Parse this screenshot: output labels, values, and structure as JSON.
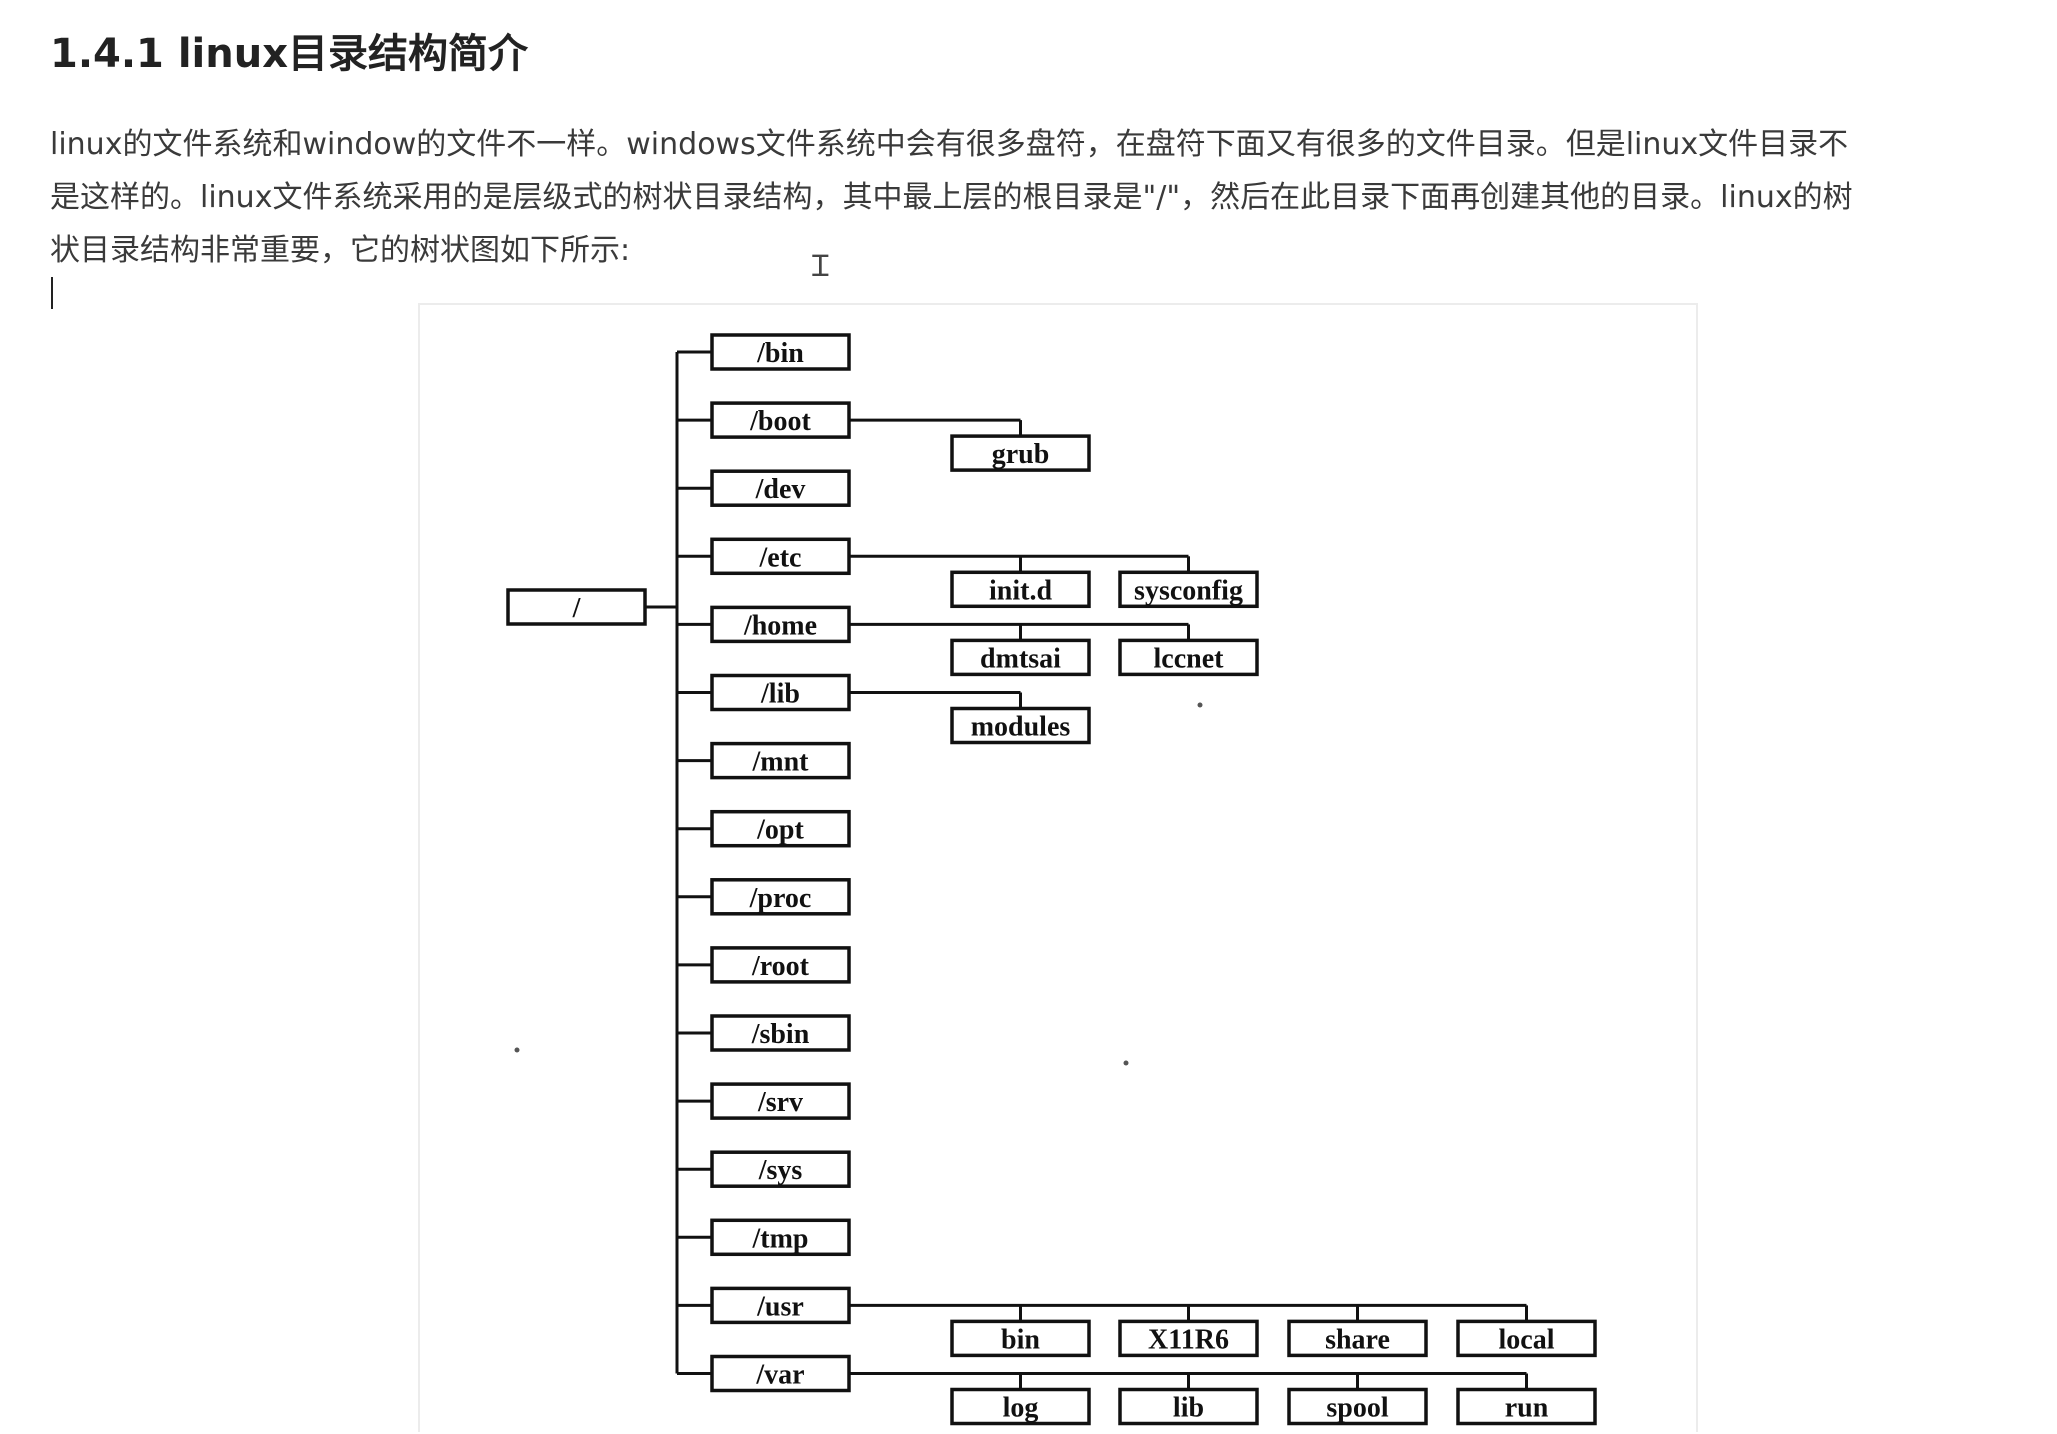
{
  "heading": "1.4.1 linux目录结构简介",
  "paragraph": [
    "linux的文件系统和window的文件不一样。windows文件系统中会有很多盘符，在盘符下面又有很多的文件目录。但是linux文件目录不",
    "是这样的。linux文件系统采用的是层级式的树状目录结构，其中最上层的根目录是\"/\"，然后在此目录下面再创建其他的目录。linux的树",
    "状目录结构非常重要，它的树状图如下所示:"
  ],
  "diagram": {
    "root": "/",
    "dirs": [
      "/bin",
      "/boot",
      "/dev",
      "/etc",
      "/home",
      "/lib",
      "/mnt",
      "/opt",
      "/proc",
      "/root",
      "/sbin",
      "/srv",
      "/sys",
      "/tmp",
      "/usr",
      "/var"
    ],
    "children": {
      "/boot": [
        "grub"
      ],
      "/etc": [
        "init.d",
        "sysconfig"
      ],
      "/home": [
        "dmtsai",
        "lccnet"
      ],
      "/lib": [
        "modules"
      ],
      "/usr": [
        "bin",
        "X11R6",
        "share",
        "local"
      ],
      "/var": [
        "log",
        "lib",
        "spool",
        "run"
      ]
    }
  }
}
